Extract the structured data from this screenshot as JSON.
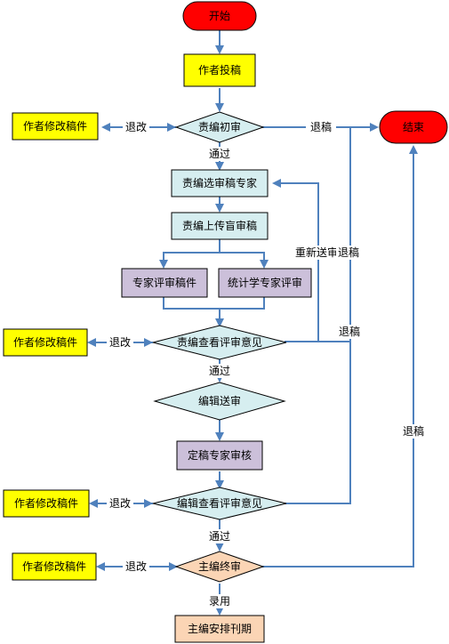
{
  "nodes": {
    "start": "开始",
    "submit": "作者投稿",
    "initial_review": "责编初审",
    "select_experts": "责编选审稿专家",
    "upload_blind": "责编上传盲审稿",
    "expert_review": "专家评审稿件",
    "stat_review": "统计学专家评审",
    "view_comments_1": "责编查看评审意见",
    "editor_send": "编辑送审",
    "final_expert": "定稿专家审核",
    "view_comments_2": "编辑查看评审意见",
    "chief_final": "主编终审",
    "schedule": "主编安排刊期",
    "end": "结束",
    "revise_1": "作者修改稿件",
    "revise_2": "作者修改稿件",
    "revise_3": "作者修改稿件",
    "revise_4": "作者修改稿件"
  },
  "labels": {
    "revise_a": "退改",
    "revise_b": "退改",
    "revise_c": "退改",
    "revise_d": "退改",
    "reject_a": "退稿",
    "reject_b": "退稿",
    "reject_c": "退稿",
    "reject_d": "退稿",
    "pass_a": "通过",
    "pass_b": "通过",
    "pass_c": "通过",
    "resend": "重新送审",
    "accept": "录用"
  },
  "colors": {
    "edge": "#4f81bd",
    "start_end": "#ff0000",
    "yellow_box": "#ffff00",
    "teal_box": "#d6eef0",
    "purple_box": "#ccc0da",
    "orange_diamond": "#fbd5b5"
  }
}
